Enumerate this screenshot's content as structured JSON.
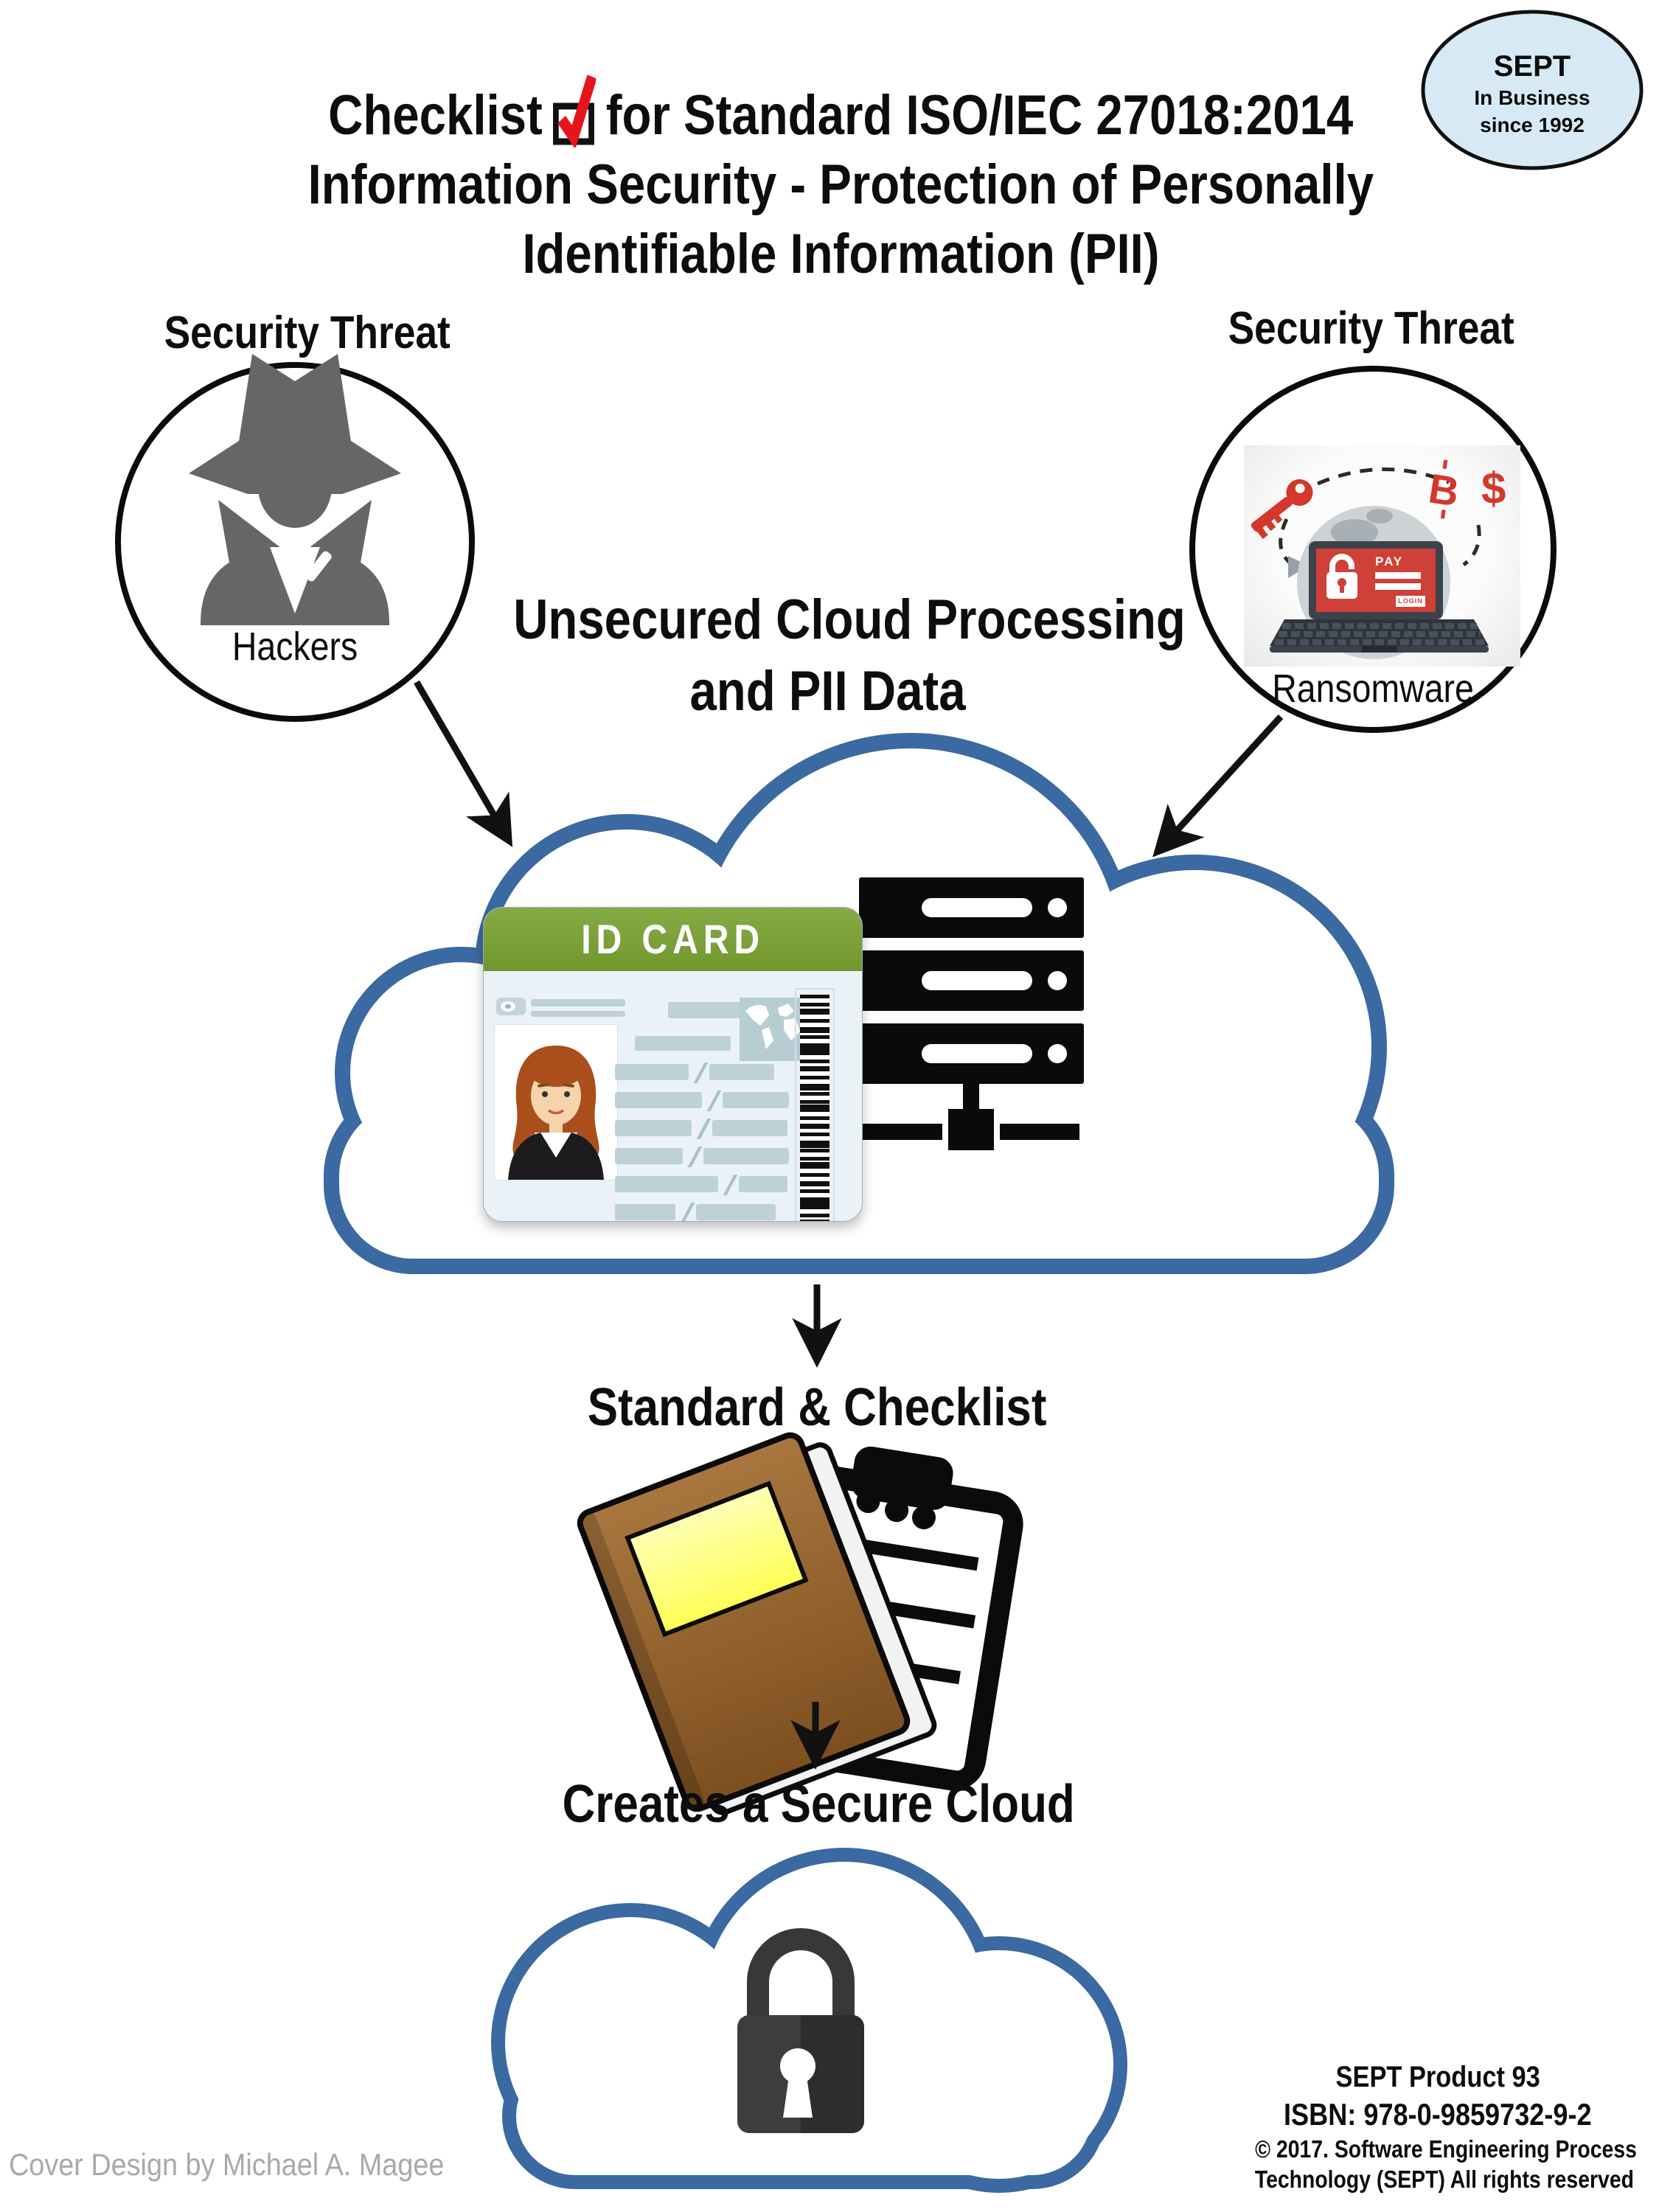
{
  "title": {
    "line1_prefix": "Checklist",
    "line1_suffix": "for Standard ISO/IEC 27018:2014",
    "line2": "Information Security - Protection of Personally",
    "line3": "Identifiable Information (PII)",
    "checkbox_icon": "red-checkmark-box"
  },
  "badge": {
    "name": "SEPT",
    "line2": "In Business",
    "line3": "since 1992"
  },
  "threats": {
    "left": {
      "heading": "Security Threat",
      "label": "Hackers",
      "icon": "spy-silhouette"
    },
    "right": {
      "heading": "Security Threat",
      "label": "Ransomware",
      "screen_pay_label": "PAY",
      "screen_login_label": "LOGIN",
      "bitcoin_symbol": "B",
      "dollar_symbol": "$"
    }
  },
  "cloud_unsecured": {
    "caption_line1": "Unsecured Cloud Processing",
    "caption_line2": "and PII Data",
    "id_card_title": "ID CARD",
    "icons": [
      "id-card",
      "server-stack"
    ]
  },
  "steps": {
    "standard_checklist": "Standard & Checklist",
    "creates_secure_cloud": "Creates a Secure Cloud"
  },
  "footer": {
    "product": "SEPT Product 93",
    "isbn": "ISBN: 978-0-9859732-9-2",
    "copyright_line1": "© 2017.  Software Engineering Process",
    "copyright_line2": "Technology (SEPT) All rights reserved",
    "credit": "Cover Design by Michael A. Magee"
  },
  "colors": {
    "cloud_blue": "#3a6aa1",
    "threat_red": "#d4372b",
    "card_green": "#7ca23d",
    "badge_fill": "#d7e9f4",
    "book_brown": "#9a6a32",
    "hacker_gray": "#666666",
    "credit_gray": "#a9a9a9"
  }
}
